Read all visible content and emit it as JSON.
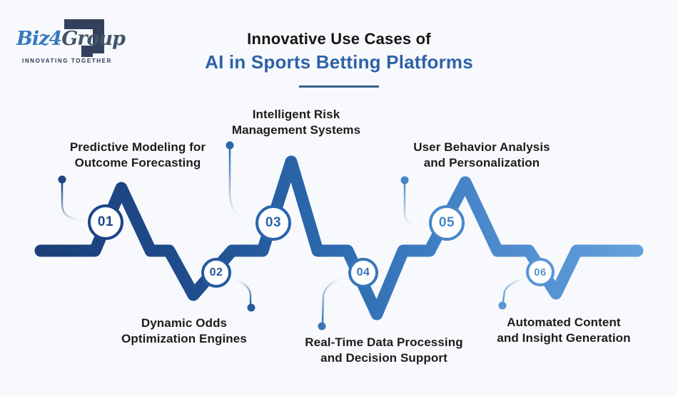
{
  "page": {
    "background": "#f7f9fc"
  },
  "logo": {
    "brand_part1": "Biz",
    "brand_part2": "4",
    "brand_part3": "Group",
    "tagline": "INNOVATING TOGETHER",
    "colors": {
      "blue": "#3679bd",
      "dark": "#44546a",
      "bracket": "#33415c"
    }
  },
  "header": {
    "title_line1": "Innovative Use Cases of",
    "title_line2": "AI in Sports Betting Platforms",
    "title_line2_color": "#2e62a8",
    "underline_color": "#33618e"
  },
  "timeline": {
    "stroke_gradient": [
      "#1b3f78",
      "#1f4d8d",
      "#2e6cb2",
      "#4b89cc",
      "#63a0dc"
    ],
    "items": [
      {
        "number": "01",
        "label_line1": "Predictive Modeling for",
        "label_line2": "Outcome Forecasting",
        "color": "#1d4586",
        "label_position": "above"
      },
      {
        "number": "02",
        "label_line1": "Dynamic Odds",
        "label_line2": "Optimization Engines",
        "color": "#265a9e",
        "label_position": "below"
      },
      {
        "number": "03",
        "label_line1": "Intelligent Risk",
        "label_line2": "Management Systems",
        "color": "#2a65ac",
        "label_position": "above"
      },
      {
        "number": "04",
        "label_line1": "Real-Time Data Processing",
        "label_line2": "and Decision Support",
        "color": "#3876ba",
        "label_position": "below"
      },
      {
        "number": "05",
        "label_line1": "User Behavior Analysis",
        "label_line2": "and Personalization",
        "color": "#4787c9",
        "label_position": "above"
      },
      {
        "number": "06",
        "label_line1": "Automated Content",
        "label_line2": "and Insight Generation",
        "color": "#5795d4",
        "label_position": "below"
      }
    ]
  }
}
